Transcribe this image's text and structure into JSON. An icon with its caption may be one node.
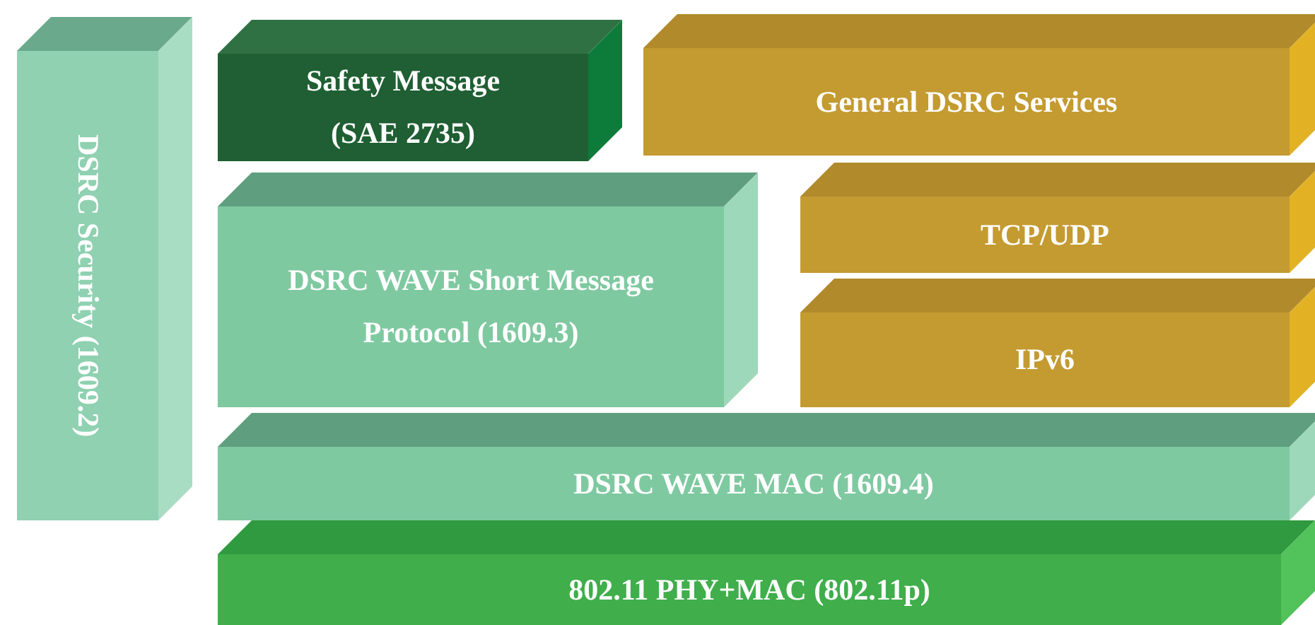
{
  "diagram": {
    "nodes": [
      {
        "text": [
          "DSRC Security (1609.2)"
        ]
      },
      {
        "text": [
          "Safety Message (SAE 2735)"
        ]
      },
      {
        "text": [
          "General DSRC Services"
        ]
      },
      {
        "text": [
          "DSRC WAVE Short Message Protocol (1609.3)"
        ]
      },
      {
        "text": [
          "TCP/UDP"
        ]
      },
      {
        "text": [
          "IPv6"
        ]
      },
      {
        "text": [
          "DSRC WAVE MAC (1609.4)"
        ]
      },
      {
        "text": [
          "802.11 PHY+MAC (802.11p)"
        ]
      }
    ]
  }
}
